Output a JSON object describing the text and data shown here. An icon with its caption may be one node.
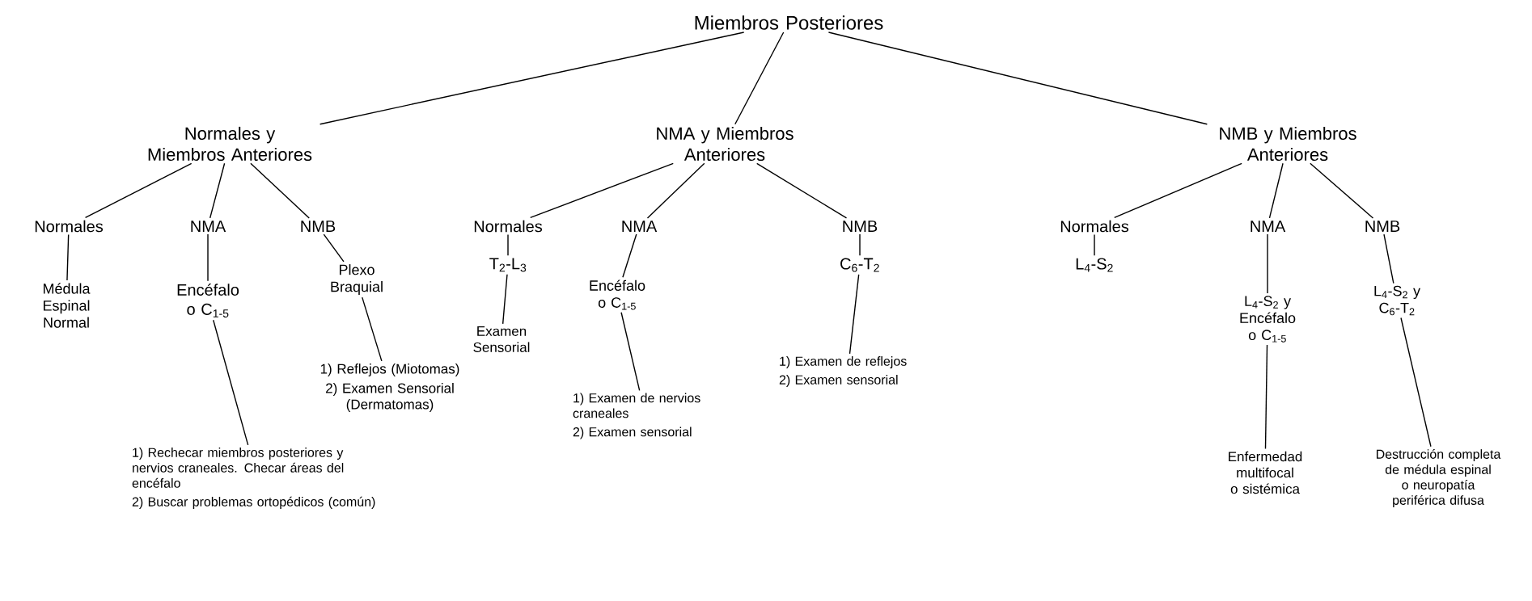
{
  "diagram": {
    "nodes": [
      {
        "text": [
          "Miembros Posteriores"
        ]
      },
      {
        "text": [
          "Normales y Miembros Anteriores"
        ]
      },
      {
        "text": [
          "NMA y Miembros Anteriores"
        ]
      },
      {
        "text": [
          "NMB y Miembros Anteriores"
        ]
      },
      {
        "text": [
          "Normales"
        ]
      },
      {
        "text": [
          "Médula Espinal Normal"
        ]
      },
      {
        "text": [
          "NMA"
        ]
      },
      {
        "text": [
          "Encéfalo o C$_{1-5}$"
        ]
      },
      {
        "text": [
          "1) Rechecar miembros posteriores y nervios craneales. Checar áreas del encéfalo",
          "2) Buscar problemas ortopédicos (común)"
        ]
      },
      {
        "text": [
          "NMB"
        ]
      },
      {
        "text": [
          "Plexo Braquial"
        ]
      },
      {
        "text": [
          "1) Reflejos (Miotomas)",
          "2) Examen Sensorial (Dermatomas)"
        ]
      },
      {
        "text": [
          "Normales"
        ]
      },
      {
        "text": [
          "T$_{2}$-L$_{3}$"
        ]
      },
      {
        "text": [
          "Examen Sensorial"
        ]
      },
      {
        "text": [
          "NMA"
        ]
      },
      {
        "text": [
          "Encéfalo o C$_{1-5}$"
        ]
      },
      {
        "text": [
          "1) Examen de nervios craneales",
          "2) Examen sensorial"
        ]
      },
      {
        "text": [
          "NMB"
        ]
      },
      {
        "text": [
          "C$_{6}$-T$_{2}$"
        ]
      },
      {
        "text": [
          "1) Examen de reflejos",
          "2) Examen sensorial"
        ]
      },
      {
        "text": [
          "Normales"
        ]
      },
      {
        "text": [
          "L$_{4}$-S$_{2}$"
        ]
      },
      {
        "text": [
          "NMA"
        ]
      },
      {
        "text": [
          "L$_{4}$-S$_{2}$ y Encéfalo o C$_{1-5}$"
        ]
      },
      {
        "text": [
          "Enfermedad multifocal o sistémica"
        ]
      },
      {
        "text": [
          "NMB"
        ]
      },
      {
        "text": [
          "L$_{4}$-S$_{2}$ y C$_{6}$-T$_{2}$"
        ]
      },
      {
        "text": [
          "Destrucción completa de médula espinal o neuropatía periférica difusa"
        ]
      }
    ],
    "edges": [
      {
        "from": 0,
        "to": 1,
        "arrow": "none"
      },
      {
        "from": 0,
        "to": 2,
        "arrow": "none"
      },
      {
        "from": 0,
        "to": 3,
        "arrow": "none"
      },
      {
        "from": 1,
        "to": 4,
        "arrow": "none"
      },
      {
        "from": 1,
        "to": 6,
        "arrow": "none"
      },
      {
        "from": 1,
        "to": 9,
        "arrow": "none"
      },
      {
        "from": 4,
        "to": 5,
        "arrow": "none"
      },
      {
        "from": 6,
        "to": 7,
        "arrow": "none"
      },
      {
        "from": 7,
        "to": 8,
        "arrow": "none"
      },
      {
        "from": 9,
        "to": 10,
        "arrow": "none"
      },
      {
        "from": 10,
        "to": 11,
        "arrow": "none"
      },
      {
        "from": 2,
        "to": 12,
        "arrow": "none"
      },
      {
        "from": 2,
        "to": 15,
        "arrow": "none"
      },
      {
        "from": 2,
        "to": 18,
        "arrow": "none"
      },
      {
        "from": 12,
        "to": 13,
        "arrow": "none"
      },
      {
        "from": 13,
        "to": 14,
        "arrow": "none"
      },
      {
        "from": 15,
        "to": 16,
        "arrow": "none"
      },
      {
        "from": 16,
        "to": 17,
        "arrow": "none"
      },
      {
        "from": 18,
        "to": 19,
        "arrow": "none"
      },
      {
        "from": 19,
        "to": 20,
        "arrow": "none"
      },
      {
        "from": 3,
        "to": 21,
        "arrow": "none"
      },
      {
        "from": 3,
        "to": 23,
        "arrow": "none"
      },
      {
        "from": 3,
        "to": 26,
        "arrow": "none"
      },
      {
        "from": 21,
        "to": 22,
        "arrow": "none"
      },
      {
        "from": 23,
        "to": 24,
        "arrow": "none"
      },
      {
        "from": 24,
        "to": 25,
        "arrow": "none"
      },
      {
        "from": 26,
        "to": 27,
        "arrow": "none"
      },
      {
        "from": 27,
        "to": 28,
        "arrow": "none"
      }
    ]
  }
}
